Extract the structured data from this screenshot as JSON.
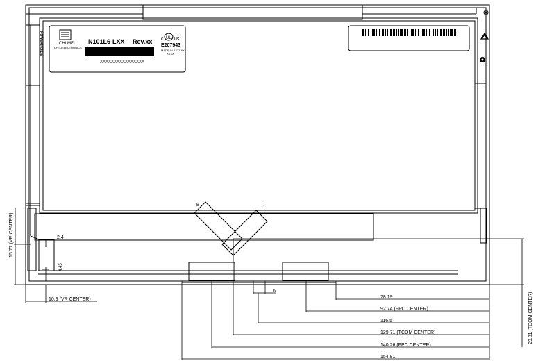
{
  "label_plate": {
    "model": "N101L6-LXX",
    "revision": "Rev.xx",
    "serial": "XXXXXXXXXXXXXXXX",
    "cert_number": "E207943",
    "cert_us": "us",
    "cert_c": "c",
    "made_in": "MADE IN XXXXXX",
    "made_in_year": "XXXX",
    "brand_small": "CHI MEI",
    "brand_small_2": "OPTOELECTRONICS",
    "side_text": "POWERINSIDE"
  },
  "fpc_tags": {
    "left": "B",
    "right": "D"
  },
  "dimensions": {
    "top_offset": "2.4",
    "left_offset": "4.45",
    "small_gap": "6",
    "vr_center_vertical": "15.77 (VR CENTER)",
    "vr_center_horizontal": "10.9 (VR CENTER)",
    "tcom_center_vertical": "23.31 (TCOM CENTER)",
    "d1": "78.19",
    "d2": "92.74 (FPC CENTER)",
    "d3": "116.5",
    "d4": "129.71 (TCOM CENTER)",
    "d5": "140.26 (FPC CENTER)",
    "d6": "154.81"
  },
  "icons": {
    "box_logo": "box-logo-icon",
    "barcode": "barcode-icon",
    "recycle": "recycle-icon",
    "rohs": "rohs-gear-icon"
  }
}
